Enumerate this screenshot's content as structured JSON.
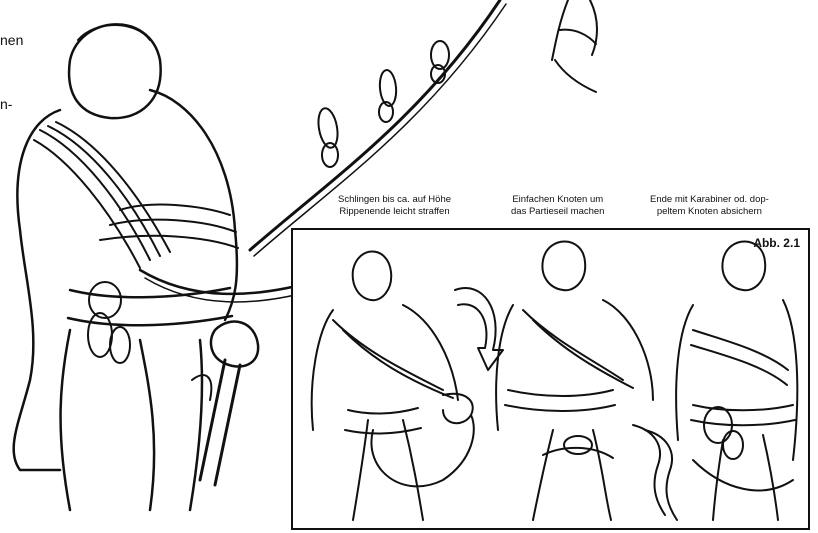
{
  "page": {
    "left_text_fragments": [
      "nen",
      "n-"
    ]
  },
  "captions": [
    {
      "line1": "Schlingen bis ca. auf Höhe",
      "line2": "Rippenende leicht straffen"
    },
    {
      "line1": "Einfachen Knoten um",
      "line2": "das Partieseil machen"
    },
    {
      "line1": "Ende mit Karabiner od. dop-",
      "line2": "peltem Knoten absichern"
    }
  ],
  "figure_label": "Abb. 2.1"
}
